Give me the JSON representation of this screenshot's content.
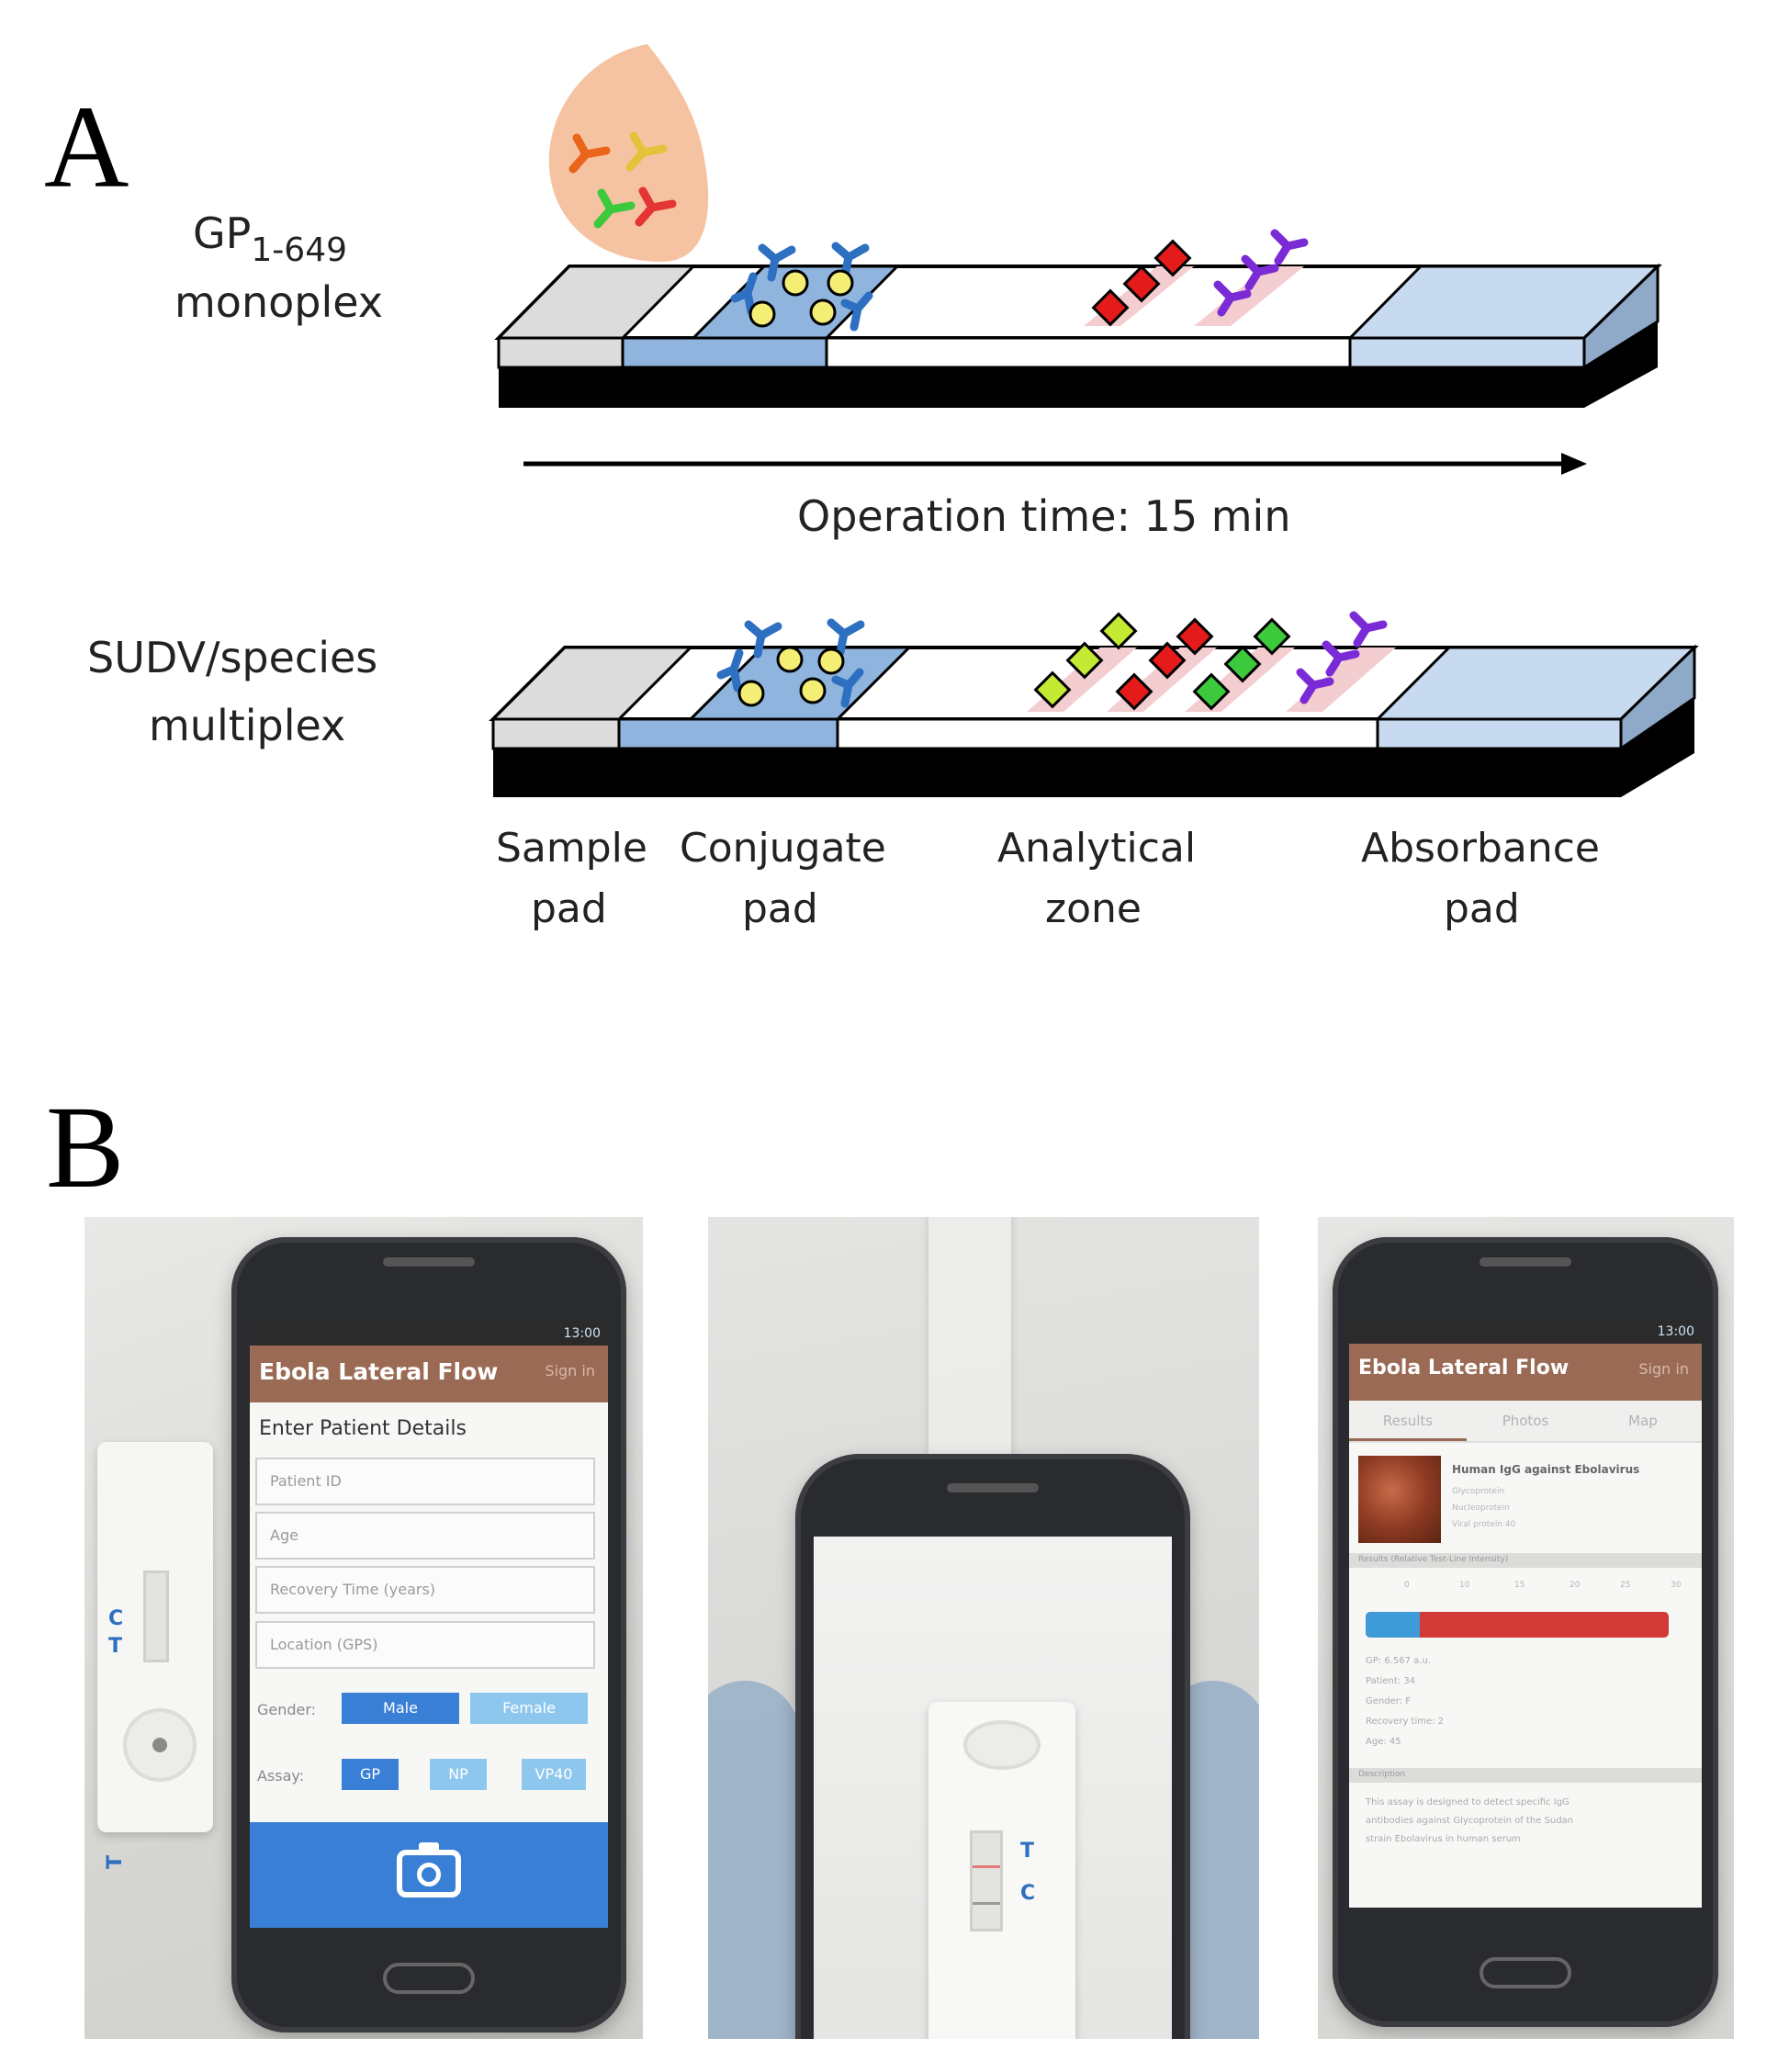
{
  "panels": {
    "a": "A",
    "b": "B"
  },
  "monoplex": {
    "line1": "GP",
    "subscript": "1-649",
    "line2": "monoplex"
  },
  "multiplex": {
    "line1": "SUDV/species",
    "line2": "multiplex"
  },
  "operation_time": "Operation time: 15 min",
  "zones": [
    {
      "line1": "Sample",
      "line2": "pad"
    },
    {
      "line1": "Conjugate",
      "line2": "pad"
    },
    {
      "line1": "Analytical",
      "line2": "zone"
    },
    {
      "line1": "Absorbance",
      "line2": "pad"
    }
  ],
  "phone1": {
    "status": "13:00",
    "app_title": "Ebola Lateral Flow",
    "sign_in": "Sign in",
    "section": "Enter Patient Details",
    "fields": [
      "Patient ID",
      "Age",
      "Recovery Time (years)",
      "Location (GPS)"
    ],
    "gender_label": "Gender:",
    "gender_options": [
      "Male",
      "Female"
    ],
    "assay_label": "Assay:",
    "assay_options": [
      "GP",
      "NP",
      "VP40"
    ],
    "camera_icon": "camera-icon"
  },
  "cassette": {
    "t": "T",
    "c": "C"
  },
  "phone3": {
    "status": "13:00",
    "app_title": "Ebola Lateral Flow",
    "sign_in": "Sign in",
    "tabs": [
      "Results",
      "Photos",
      "Map"
    ],
    "item_title": "Human IgG against Ebolavirus",
    "item_lines": [
      "Glycoprotein",
      "Nucleoprotein",
      "Viral protein 40"
    ],
    "results_header": "Results (Relative Test-Line Intensity)",
    "scale_ticks": [
      "0",
      "10",
      "15",
      "20",
      "25",
      "30"
    ],
    "result_fraction": 0.18,
    "details": [
      "GP: 6.567 a.u.",
      "Patient: 34",
      "Gender: F",
      "Recovery time: 2",
      "Age: 45"
    ],
    "description_header": "Description",
    "description": [
      "This assay is designed to detect specific IgG",
      "antibodies against Glycoprotein of the Sudan",
      "strain Ebolavirus in human serum"
    ]
  },
  "colors": {
    "sample_pad": "#dcdcdc",
    "conjugate_pad": "#8fb4de",
    "absorbance_pad": "#c8daf0",
    "app_bar": "#9a6a55",
    "accent_blue": "#3a7fd6"
  }
}
